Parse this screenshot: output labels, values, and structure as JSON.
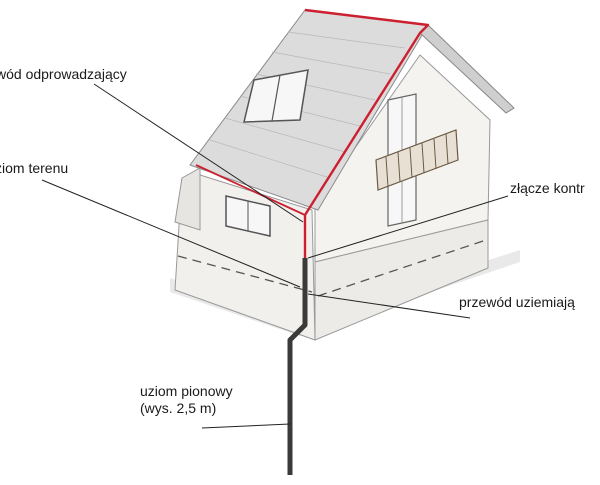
{
  "labels": {
    "down_conductor": "wód odprowadzający",
    "ground_level": "ziom terenu",
    "test_joint": "złącze kontr",
    "earthing_conductor": "przewód uziemiają",
    "vertical_rod_line1": "uziom pionowy",
    "vertical_rod_line2": "(wys. 2,5 m)"
  },
  "colors": {
    "conductor_red": "#cc2030",
    "earthing_dark": "#3a3a3a",
    "leader_line": "#222222",
    "wall": "#f2f1ef",
    "roof": "#dcdcdc"
  }
}
